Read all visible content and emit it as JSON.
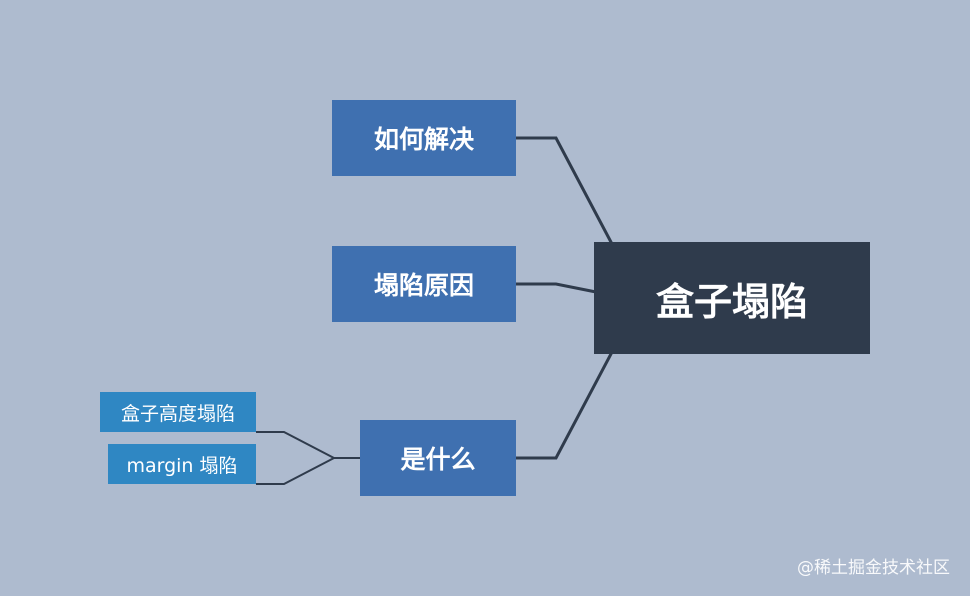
{
  "diagram": {
    "root": {
      "label": "盒子塌陷"
    },
    "branches": [
      {
        "label": "如何解决"
      },
      {
        "label": "塌陷原因"
      },
      {
        "label": "是什么",
        "children": [
          {
            "label": "盒子高度塌陷"
          },
          {
            "label": "margin 塌陷"
          }
        ]
      }
    ]
  },
  "watermark": "@稀土掘金技术社区",
  "colors": {
    "background": "#aebbcf",
    "root_fill": "#2f3b4c",
    "branch_fill": "#3f70b0",
    "leaf_fill": "#2f87c3",
    "connector": "#2f3b4c",
    "text": "#ffffff"
  }
}
